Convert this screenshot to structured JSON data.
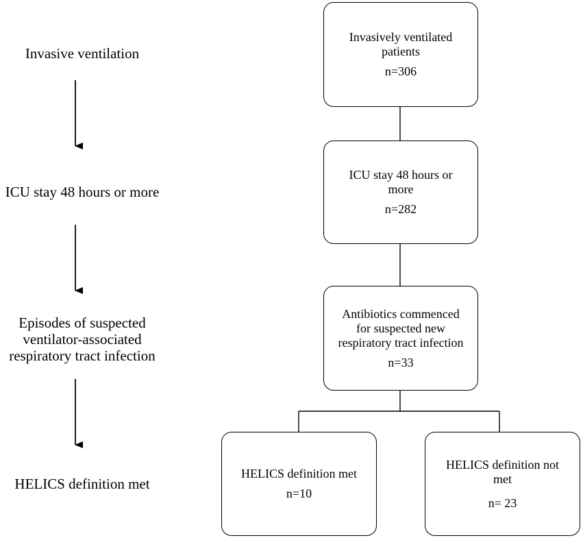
{
  "stages": [
    {
      "id": "invasive-ventilation",
      "label": "Invasive ventilation"
    },
    {
      "id": "icu-stay",
      "label": "ICU stay 48 hours or more"
    },
    {
      "id": "suspected-infection",
      "label": "Episodes of suspected\nventilator-associated\nrespiratory tract infection"
    },
    {
      "id": "helics-met",
      "label": "HELICS definition met"
    }
  ],
  "boxes": [
    {
      "id": "ventilated",
      "title": "Invasively ventilated\npatients",
      "count": "n=306"
    },
    {
      "id": "icu",
      "title": "ICU stay 48 hours or\nmore",
      "count": "n=282"
    },
    {
      "id": "antibiotics",
      "title": "Antibiotics commenced\nfor suspected new\nrespiratory tract infection",
      "count": "n=33"
    },
    {
      "id": "helics-met",
      "title": "HELICS definition met",
      "count": "n=10"
    },
    {
      "id": "helics-not-met",
      "title": "HELICS definition not\nmet",
      "count": "n= 23"
    }
  ]
}
